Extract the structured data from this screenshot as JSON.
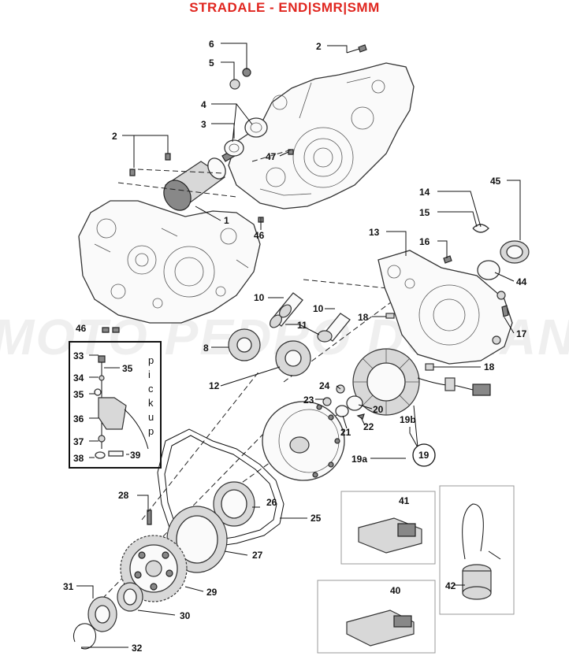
{
  "title": "STRADALE - END|SMR|SMM",
  "watermark": "MOTO PEDRO DO RANCO",
  "pickup_label": [
    "p",
    "i",
    "c",
    "k",
    "u",
    "p"
  ],
  "labels": {
    "p1": "1",
    "p2a": "2",
    "p2b": "2",
    "p3": "3",
    "p4": "4",
    "p5": "5",
    "p6": "6",
    "p8": "8",
    "p10a": "10",
    "p10b": "10",
    "p11": "11",
    "p12": "12",
    "p13": "13",
    "p14": "14",
    "p15": "15",
    "p16": "16",
    "p17": "17",
    "p18a": "18",
    "p18b": "18",
    "p19": "19",
    "p19a": "19a",
    "p19b": "19b",
    "p20": "20",
    "p21": "21",
    "p22": "22",
    "p23": "23",
    "p24": "24",
    "p25": "25",
    "p26": "26",
    "p27": "27",
    "p28": "28",
    "p29": "29",
    "p30": "30",
    "p31": "31",
    "p32": "32",
    "p33": "33",
    "p34": "34",
    "p35a": "35",
    "p35b": "35",
    "p36": "36",
    "p37": "37",
    "p38": "38",
    "p39": "39",
    "p40": "40",
    "p41": "41",
    "p42": "42",
    "p44": "44",
    "p45": "45",
    "p46a": "46",
    "p46b": "46",
    "p47": "47"
  }
}
